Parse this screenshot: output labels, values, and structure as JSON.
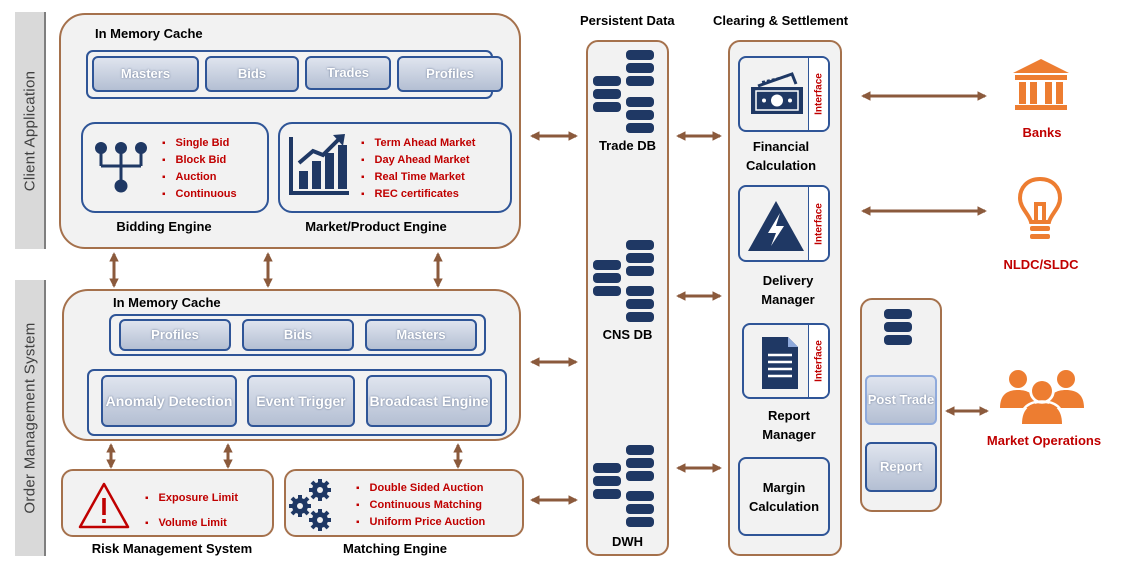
{
  "side_labels": {
    "client_application": "Client Application",
    "order_management_system": "Order Management System"
  },
  "client": {
    "cache_title": "In Memory Cache",
    "cache_items": [
      "Masters",
      "Bids",
      "Trades",
      "Profiles"
    ],
    "bidding_items": [
      "Single Bid",
      "Block Bid",
      "Auction",
      "Continuous"
    ],
    "bidding_label": "Bidding Engine",
    "market_items": [
      "Term Ahead Market",
      "Day Ahead Market",
      "Real Time Market",
      "REC certificates"
    ],
    "market_label": "Market/Product Engine"
  },
  "oms": {
    "cache_title": "In Memory Cache",
    "cache_items": [
      "Profiles",
      "Bids",
      "Masters"
    ],
    "engines": [
      "Anomaly Detection",
      "Event Trigger",
      "Broadcast Engine"
    ]
  },
  "risk": {
    "items": [
      "Exposure Limit",
      "Volume Limit"
    ],
    "label": "Risk Management System"
  },
  "matching": {
    "items": [
      "Double Sided Auction",
      "Continuous Matching",
      "Uniform Price Auction"
    ],
    "label": "Matching Engine"
  },
  "persistent": {
    "title": "Persistent Data",
    "dbs": [
      "Trade DB",
      "CNS DB",
      "DWH"
    ]
  },
  "clearing": {
    "title": "Clearing & Settlement",
    "interface_label": "Interface",
    "modules": [
      "Financial Calculation",
      "Delivery Manager",
      "Report Manager"
    ],
    "margin": "Margin Calculation"
  },
  "post_trade": {
    "buttons": [
      "Post Trade",
      "Report"
    ]
  },
  "external": {
    "banks": "Banks",
    "nldc": "NLDC/SLDC",
    "market_ops": "Market Operations"
  },
  "colors": {
    "panel_border": "#a5714c",
    "navy": "#2f5597",
    "red": "#c00000",
    "orange": "#ed7d31",
    "arrow": "#a5714c"
  }
}
